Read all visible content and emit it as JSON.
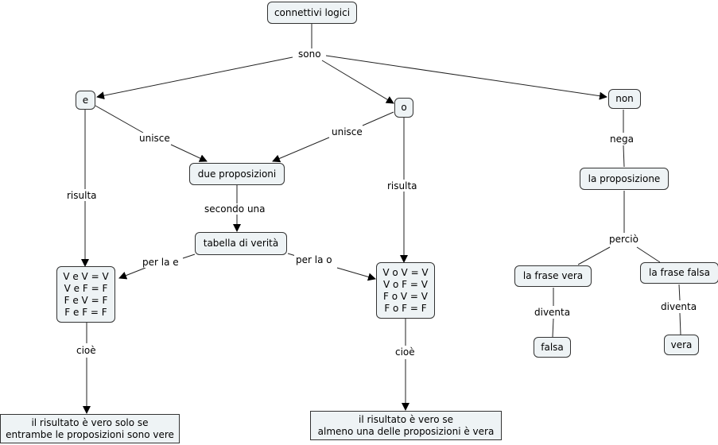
{
  "nodes": {
    "root": "connettivi logici",
    "e": "e",
    "o": "o",
    "non": "non",
    "due": "due proposizioni",
    "tabella": "tabella di verità",
    "la_prop": "la proposizione",
    "and_table": [
      "V e V = V",
      "V e F = F",
      "F e V = F",
      "F e F = F"
    ],
    "or_table": [
      "V o V = V",
      "V o F = V",
      "F o V = V",
      "F o F = F"
    ],
    "frase_vera": "la frase vera",
    "frase_falsa": "la frase falsa",
    "falsa": "falsa",
    "vera": "vera",
    "and_result": [
      "il risultato è vero solo se",
      "entrambe le proposizioni sono vere"
    ],
    "or_result": [
      "il risultato è vero se",
      "almeno una delle proposizioni è vera"
    ]
  },
  "links": {
    "sono": "sono",
    "unisce_e": "unisce",
    "unisce_o": "unisce",
    "risulta_e": "risulta",
    "risulta_o": "risulta",
    "secondo": "secondo una",
    "per_la_e": "per la e",
    "per_la_o": "per la o",
    "cioe_e": "cioè",
    "cioe_o": "cioè",
    "nega": "nega",
    "percio": "perciò",
    "diventa_1": "diventa",
    "diventa_2": "diventa"
  }
}
